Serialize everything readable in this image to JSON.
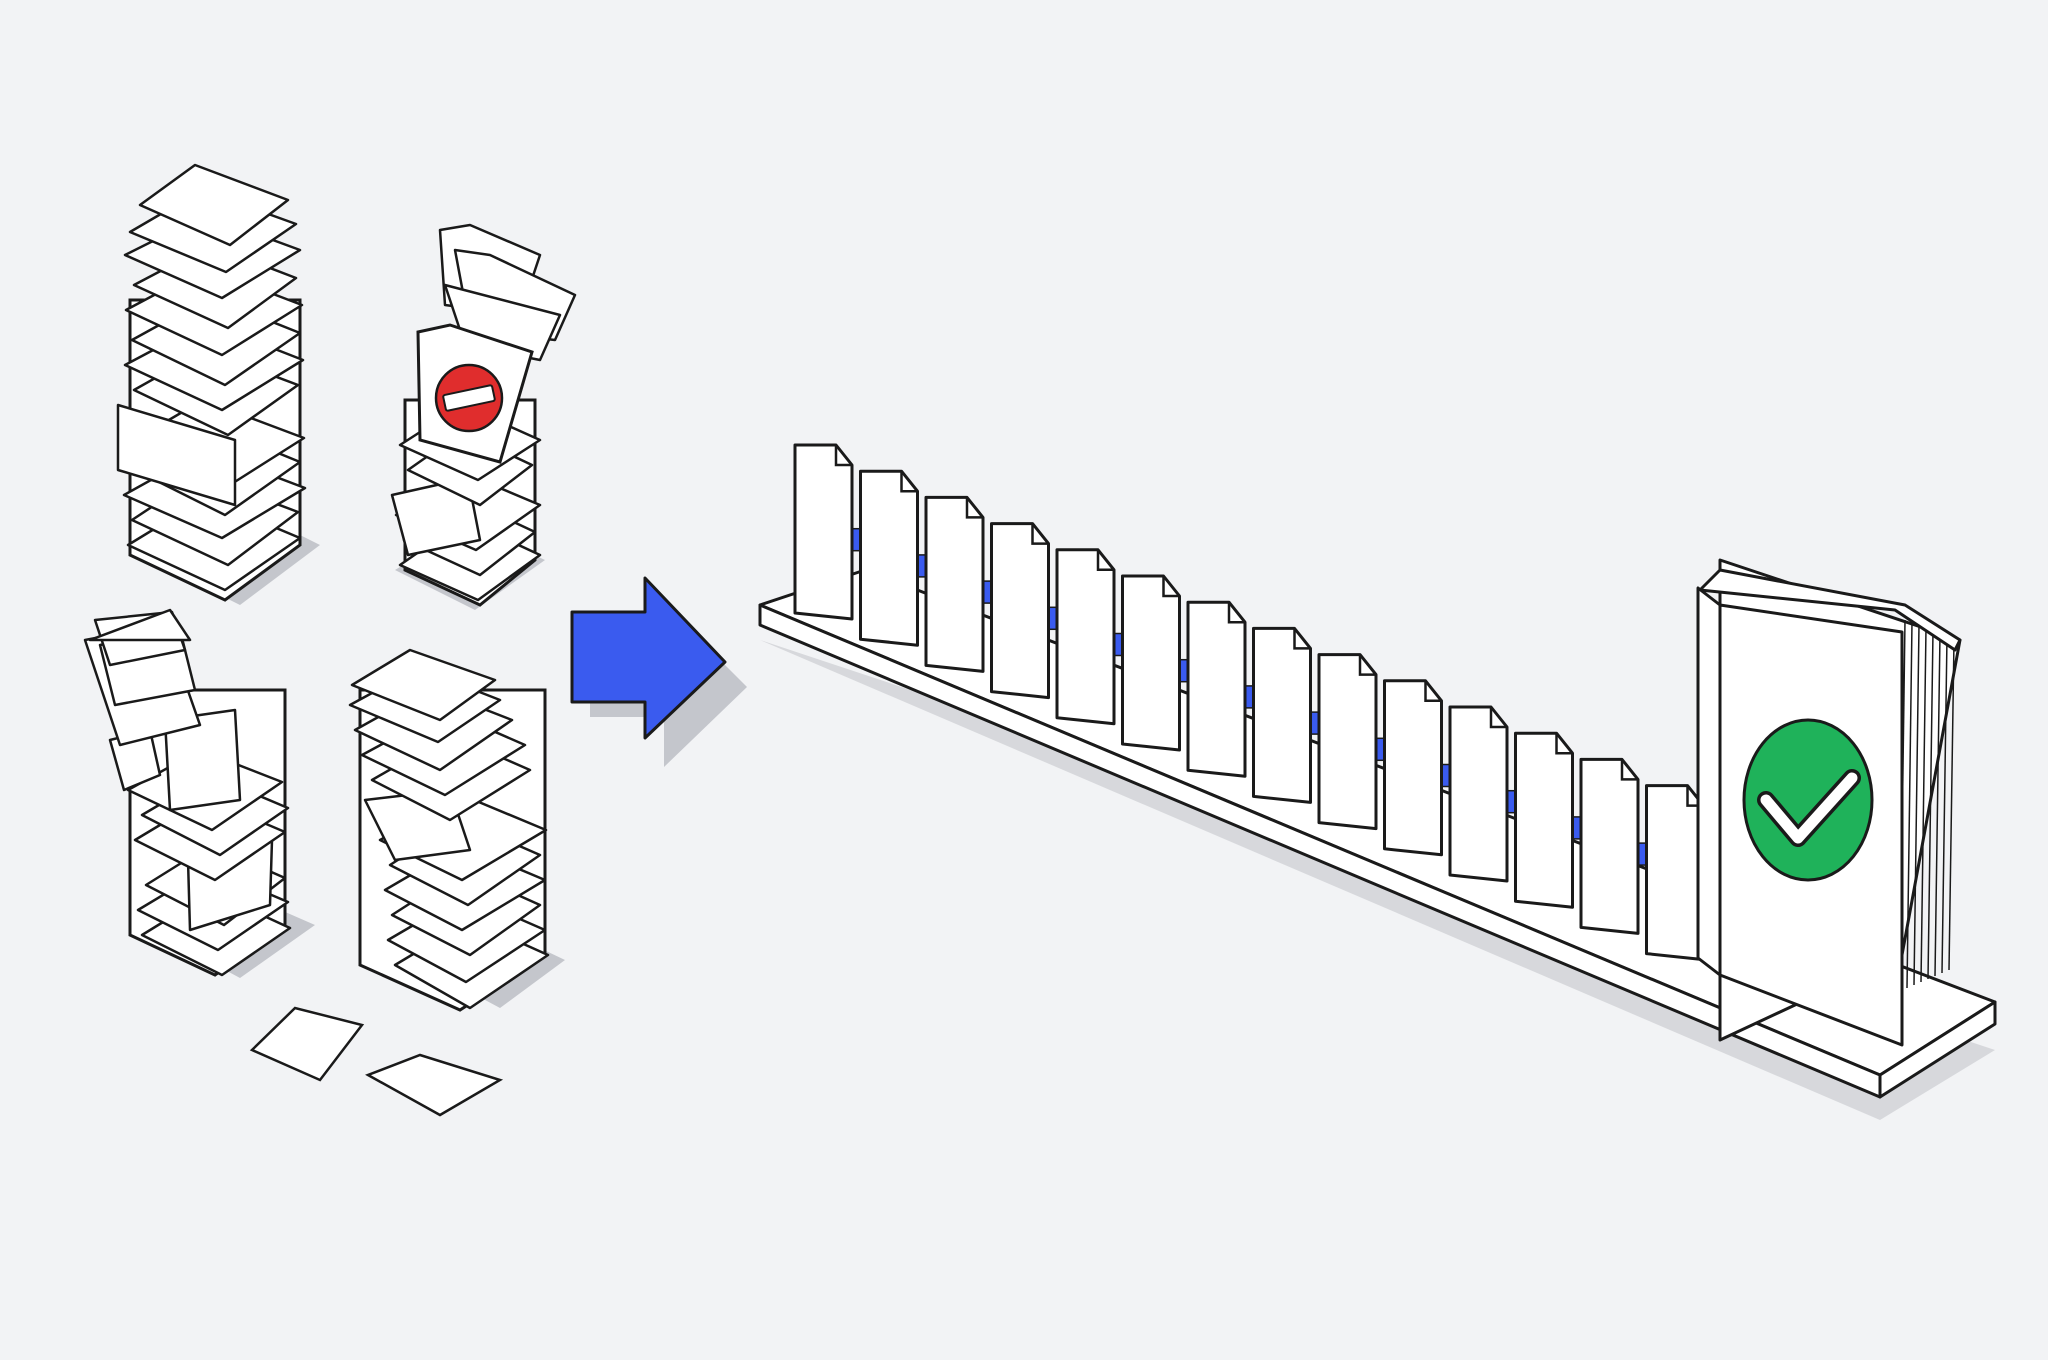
{
  "colors": {
    "background": "#f2f3f5",
    "line": "#1a1a1a",
    "paper": "#ffffff",
    "shadow": "#c4c6cc",
    "accent_blue": "#3a5bef",
    "stop_red": "#e02d2d",
    "check_green": "#1fb25a"
  },
  "icons": {
    "blocked": "no-entry-icon",
    "complete": "checkmark-icon",
    "flow": "arrow-right-icon"
  },
  "piles": {
    "count": 4,
    "blocked_pile": 2
  },
  "shelf": {
    "document_count": 14,
    "linked": true
  }
}
